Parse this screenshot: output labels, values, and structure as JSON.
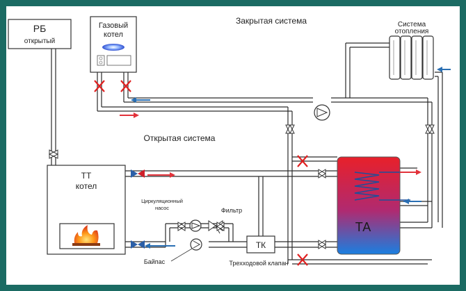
{
  "labels": {
    "closed_system": "Закрытая система",
    "open_system": "Открытая система",
    "expansion_tank_title": "РБ",
    "expansion_tank_sub": "открытый",
    "gas_boiler_line1": "Газовый",
    "gas_boiler_line2": "котел",
    "heating_system_line1": "Система",
    "heating_system_line2": "отопления",
    "tt_boiler_line1": "ТТ",
    "tt_boiler_line2": "котел",
    "accumulator": "ТА",
    "three_way_short": "ТК",
    "circ_pump_line1": "Циркуляционный",
    "circ_pump_line2": "насос",
    "filter": "Фильтр",
    "bypass": "Байпас",
    "three_way_valve": "Трехходовой клапан"
  },
  "colors": {
    "frame": "#1b6b63",
    "pipe": "#2a2a2a",
    "hot_arrow": "#e2323a",
    "cold_arrow": "#2a6fb3",
    "cross_mark": "#e02020",
    "valve_blue": "#2a5fa8",
    "valve_red": "#d0202a",
    "tank_top": "#e8202a",
    "tank_bottom": "#1a7fe0"
  }
}
